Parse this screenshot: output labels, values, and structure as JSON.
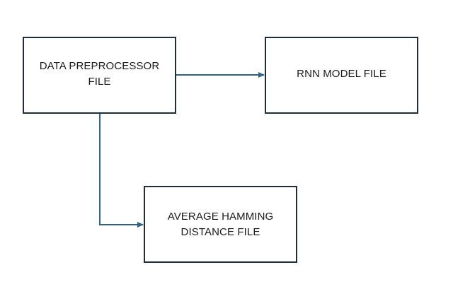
{
  "diagram": {
    "nodes": [
      {
        "id": "preprocessor",
        "label": "DATA PREPROCESSOR\nFILE"
      },
      {
        "id": "rnn",
        "label": "RNN MODEL FILE"
      },
      {
        "id": "hamming",
        "label": "AVERAGE HAMMING\nDISTANCE FILE"
      }
    ],
    "edges": [
      {
        "from": "preprocessor",
        "to": "rnn"
      },
      {
        "from": "preprocessor",
        "to": "hamming"
      }
    ],
    "colors": {
      "box_border": "#1f2d3a",
      "arrow": "#2f6583",
      "text": "#1a1a1a",
      "background": "#ffffff"
    }
  }
}
